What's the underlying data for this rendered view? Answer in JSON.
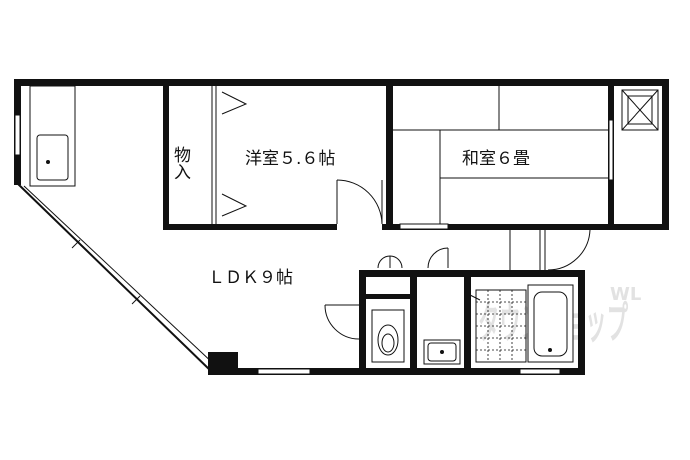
{
  "floor_plan": {
    "rooms": [
      {
        "id": "ldk",
        "label": "ＬＤＫ９帖"
      },
      {
        "id": "western",
        "label": "洋室５.６帖"
      },
      {
        "id": "japanese",
        "label": "和室６畳"
      },
      {
        "id": "storage",
        "label": "物入"
      }
    ],
    "colors": {
      "wall": "#111111",
      "line": "#111111",
      "background": "#ffffff",
      "watermark": "#e2e2e2"
    }
  },
  "watermark": {
    "text_main": "タウンショップ",
    "text_small": "WL"
  }
}
